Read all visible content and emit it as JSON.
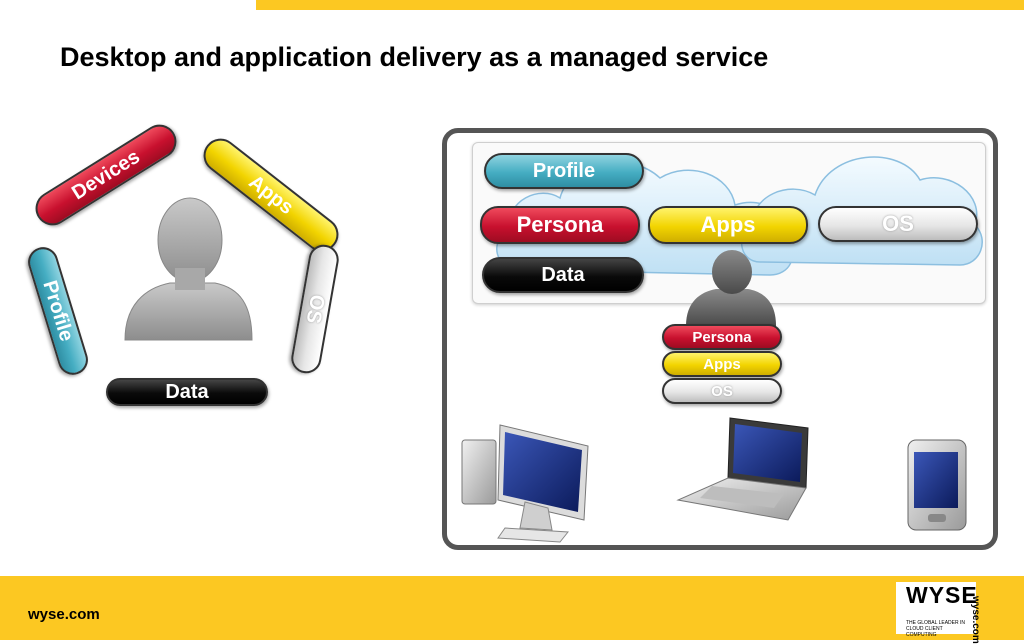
{
  "slide": {
    "title": "Desktop and application delivery as a managed service"
  },
  "left_diagram": {
    "pills": {
      "devices": "Devices",
      "apps": "Apps",
      "os": "OS",
      "profile": "Profile",
      "data": "Data"
    }
  },
  "right_diagram": {
    "cloud_pills": {
      "profile": "Profile",
      "persona": "Persona",
      "apps": "Apps",
      "os": "OS",
      "data": "Data"
    },
    "stack": {
      "persona": "Persona",
      "apps": "Apps",
      "os": "OS"
    }
  },
  "footer": {
    "url": "wyse.com",
    "logo_word": "WYSE",
    "logo_tagline": "THE GLOBAL LEADER IN CLOUD CLIENT COMPUTING",
    "side_url": "wyse.com"
  },
  "colors": {
    "brand_yellow": "#fcc822",
    "red": "#c8102e",
    "yellow": "#f2d400",
    "teal": "#45adc2",
    "gray": "#e6e6e6",
    "black": "#000000"
  }
}
